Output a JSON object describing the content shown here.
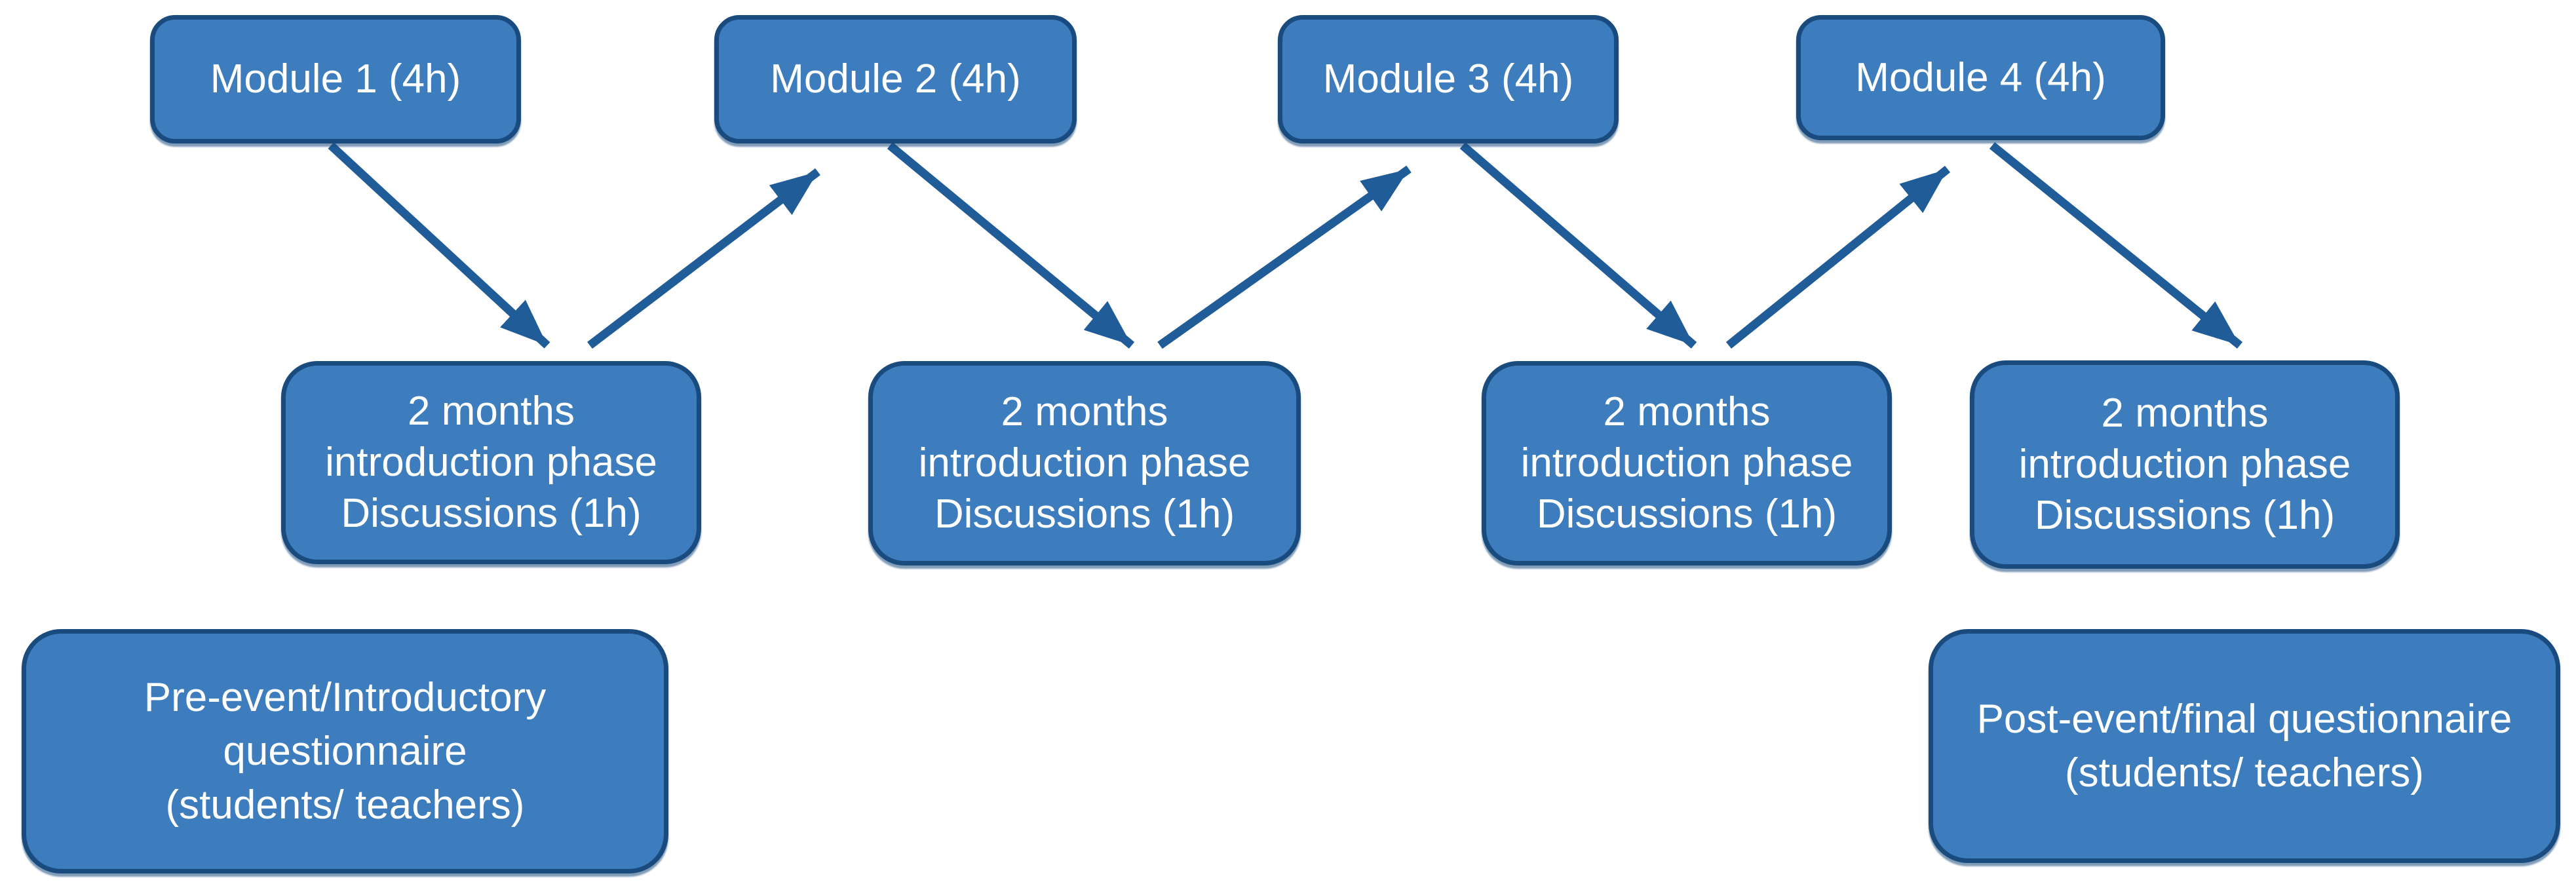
{
  "colors": {
    "background": "#ffffff",
    "box_fill": "#3d7dbe",
    "box_border": "#1a4b7e",
    "arrow": "#1f5c98",
    "text": "#ffffff"
  },
  "modules": [
    {
      "label": "Module 1 (4h)"
    },
    {
      "label": "Module 2 (4h)"
    },
    {
      "label": "Module 3 (4h)"
    },
    {
      "label": "Module 4 (4h)"
    }
  ],
  "discussions": [
    {
      "line1": "2 months",
      "line2": "introduction phase",
      "line3": "Discussions (1h)"
    },
    {
      "line1": "2 months",
      "line2": "introduction phase",
      "line3": "Discussions (1h)"
    },
    {
      "line1": "2 months",
      "line2": "introduction phase",
      "line3": "Discussions (1h)"
    },
    {
      "line1": "2 months",
      "line2": "introduction phase",
      "line3": "Discussions (1h)"
    }
  ],
  "questionnaires": {
    "pre": {
      "line1": "Pre-event/Introductory",
      "line2": "questionnaire",
      "line3": "(students/ teachers)"
    },
    "post": {
      "line1": "Post-event/final questionnaire",
      "line2": "(students/ teachers)"
    }
  },
  "arrows": [
    {
      "from": "module-1",
      "to": "discussion-1"
    },
    {
      "from": "discussion-1",
      "to": "module-2"
    },
    {
      "from": "module-2",
      "to": "discussion-2"
    },
    {
      "from": "discussion-2",
      "to": "module-3"
    },
    {
      "from": "module-3",
      "to": "discussion-3"
    },
    {
      "from": "discussion-3",
      "to": "module-4"
    },
    {
      "from": "module-4",
      "to": "discussion-4"
    }
  ]
}
